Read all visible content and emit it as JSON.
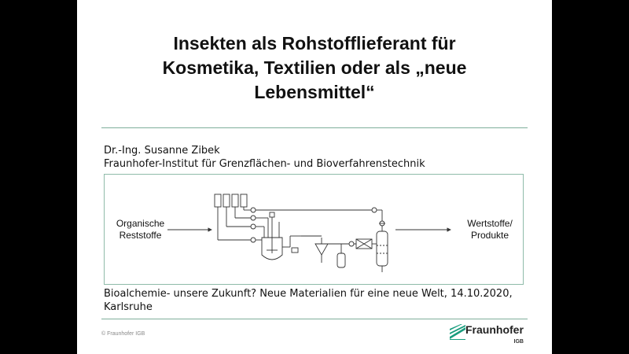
{
  "title_lines": [
    "Insekten als Rohstofflieferant für",
    "Kosmetika, Textilien oder als „neue",
    "Lebensmittel“"
  ],
  "author": {
    "name": "Dr.-Ing. Susanne Zibek",
    "institute": "Fraunhofer-Institut für Grenzflächen- und Bioverfahrenstechnik"
  },
  "diagram": {
    "input_label_lines": [
      "Organische",
      "Reststoffe"
    ],
    "output_label_lines": [
      "Wertstoffe/",
      "Produkte"
    ]
  },
  "event_lines": [
    "Bioalchemie- unsere Zukunft? Neue Materialien für eine neue Welt, 14.10.2020,",
    "Karlsruhe"
  ],
  "footer": {
    "copyright": "© Fraunhofer IGB",
    "logo_word": "Fraunhofer",
    "logo_sub": "IGB"
  },
  "colors": {
    "rule": "#7fae9b",
    "logo_green": "#179c7d"
  }
}
